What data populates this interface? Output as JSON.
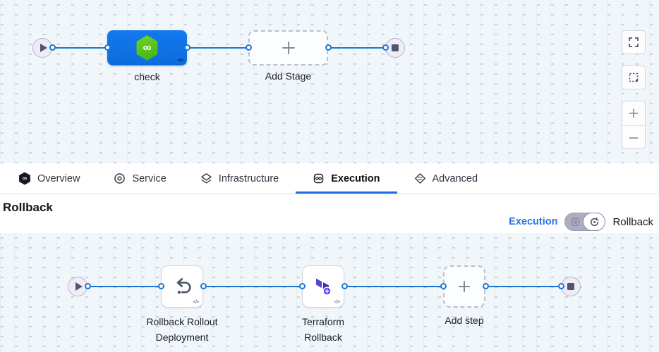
{
  "stage_canvas": {
    "stage_label": "check",
    "add_stage_label": "Add Stage",
    "controls": [
      {
        "name": "fullscreen",
        "icon": "expand-icon"
      },
      {
        "name": "marquee-select",
        "icon": "dashed-square-icon"
      },
      {
        "name": "zoom-in",
        "icon": "plus-icon"
      },
      {
        "name": "zoom-out",
        "icon": "minus-icon"
      }
    ]
  },
  "tabs": [
    {
      "label": "Overview",
      "icon": "harness-logo-icon",
      "active": false
    },
    {
      "label": "Service",
      "icon": "target-icon",
      "active": false
    },
    {
      "label": "Infrastructure",
      "icon": "layers-diamond-icon",
      "active": false
    },
    {
      "label": "Execution",
      "icon": "execution-icon",
      "active": true
    },
    {
      "label": "Advanced",
      "icon": "diamond-lines-icon",
      "active": false
    }
  ],
  "section": {
    "title": "Rollback",
    "execution_link": "Execution",
    "rollback_label": "Rollback",
    "toggle_state": "rollback"
  },
  "rollback_canvas": {
    "steps": [
      {
        "line1": "Rollback Rollout",
        "line2": "Deployment",
        "icon": "rollback-arrow-icon"
      },
      {
        "line1": "Terraform",
        "line2": "Rollback",
        "icon": "terraform-icon"
      }
    ],
    "add_step_label": "Add step"
  },
  "icons": {
    "infinity": "∞",
    "code": "</>"
  },
  "colors": {
    "edge_blue": "#1b76d2",
    "stage_blue": "#0f74e8",
    "harness_green": "#4fc21d",
    "terraform_indigo_light": "#5246d6",
    "terraform_indigo_dark": "#37309e",
    "terraform_badge": "#6434f2",
    "canvas_bg": "#f1f6fb",
    "active_tab_underline": "#1f6ee0",
    "link_blue": "#2a77e2",
    "node_gray": "#56526b"
  }
}
